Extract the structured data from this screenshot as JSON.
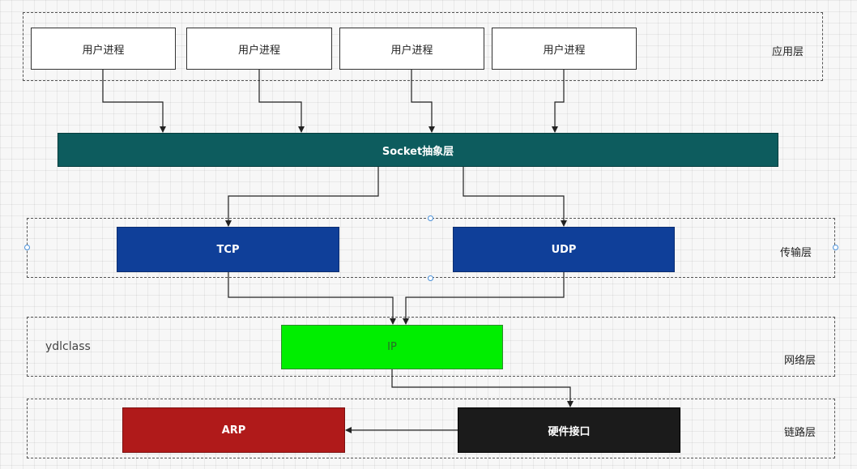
{
  "layers": {
    "application": {
      "label": "应用层"
    },
    "transport": {
      "label": "传输层"
    },
    "network": {
      "label": "网络层"
    },
    "link": {
      "label": "链路层"
    }
  },
  "nodes": {
    "user_process_1": {
      "label": "用户进程"
    },
    "user_process_2": {
      "label": "用户进程"
    },
    "user_process_3": {
      "label": "用户进程"
    },
    "user_process_4": {
      "label": "用户进程"
    },
    "socket": {
      "label": "Socket抽象层",
      "color": "#0d5c5e"
    },
    "tcp": {
      "label": "TCP",
      "color": "#0f3f99"
    },
    "udp": {
      "label": "UDP",
      "color": "#0f3f99"
    },
    "ip": {
      "label": "IP",
      "color": "#00ee00"
    },
    "arp": {
      "label": "ARP",
      "color": "#b01a1a"
    },
    "hardware": {
      "label": "硬件接口",
      "color": "#1b1b1b"
    }
  },
  "watermark": "ydlclass",
  "edges": [
    {
      "from": "user_process_1",
      "to": "socket"
    },
    {
      "from": "user_process_2",
      "to": "socket"
    },
    {
      "from": "user_process_3",
      "to": "socket"
    },
    {
      "from": "user_process_4",
      "to": "socket"
    },
    {
      "from": "socket",
      "to": "tcp"
    },
    {
      "from": "socket",
      "to": "udp"
    },
    {
      "from": "tcp",
      "to": "ip"
    },
    {
      "from": "udp",
      "to": "ip"
    },
    {
      "from": "ip",
      "to": "hardware"
    },
    {
      "from": "hardware",
      "to": "arp"
    }
  ]
}
